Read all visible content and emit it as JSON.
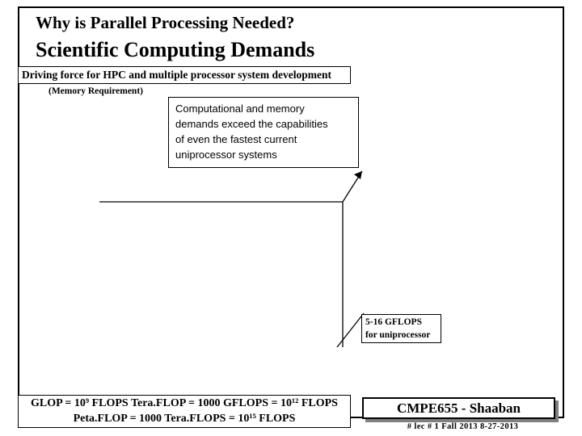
{
  "slide": {
    "title_main": "Why is Parallel Processing Needed?",
    "title_sub": "Scientific Computing Demands",
    "driving_force": "Driving force for HPC and multiple processor system development",
    "memory_requirement_label": "(Memory Requirement)",
    "computational_note": [
      "Computational and memory",
      "demands exceed  the capabilities",
      "of even the fastest  current",
      "uniprocessor systems"
    ],
    "gflops_note": [
      "5-16 GFLOPS",
      "for uniprocessor"
    ],
    "formula_lines": [
      "GLOP = 10⁹ FLOPS    Tera.FLOP = 1000  GFLOPS = 10¹² FLOPS",
      "Peta.FLOP = 1000 Tera.FLOPS = 10¹⁵ FLOPS"
    ],
    "footer_title": "CMPE655 - Shaaban",
    "footer_meta": "#  lec # 1    Fall 2013   8-27-2013"
  }
}
